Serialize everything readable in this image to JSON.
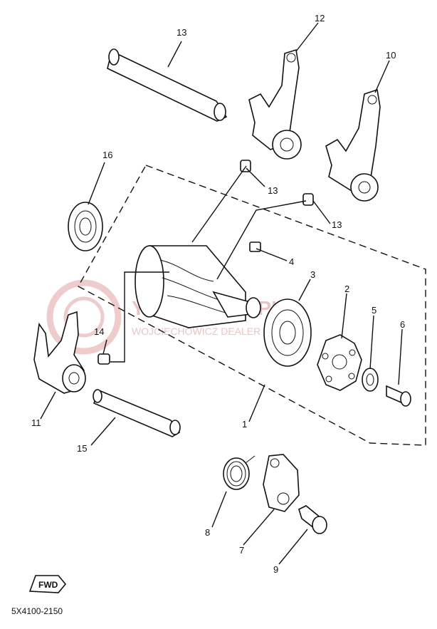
{
  "callouts": [
    {
      "id": "p1",
      "text": "1"
    },
    {
      "id": "p2",
      "text": "2"
    },
    {
      "id": "p3",
      "text": "3"
    },
    {
      "id": "p4",
      "text": "4"
    },
    {
      "id": "p5",
      "text": "5"
    },
    {
      "id": "p6",
      "text": "6"
    },
    {
      "id": "p7",
      "text": "7"
    },
    {
      "id": "p8",
      "text": "8"
    },
    {
      "id": "p9",
      "text": "9"
    },
    {
      "id": "p10",
      "text": "10"
    },
    {
      "id": "p11",
      "text": "11"
    },
    {
      "id": "p12",
      "text": "12"
    },
    {
      "id": "p13a",
      "text": "13"
    },
    {
      "id": "p13b",
      "text": "13"
    },
    {
      "id": "p13c",
      "text": "13"
    },
    {
      "id": "p14",
      "text": "14"
    },
    {
      "id": "p15",
      "text": "15"
    },
    {
      "id": "p16",
      "text": "16"
    }
  ],
  "drawing_code": "5X4100-2150",
  "fwd_mark": "FWD",
  "watermark": {
    "line1": "YAMASKLEP.PL",
    "line2": "WOJCIECHOWICZ DEALER YAMAHA",
    "color": "#e9b9b9"
  }
}
